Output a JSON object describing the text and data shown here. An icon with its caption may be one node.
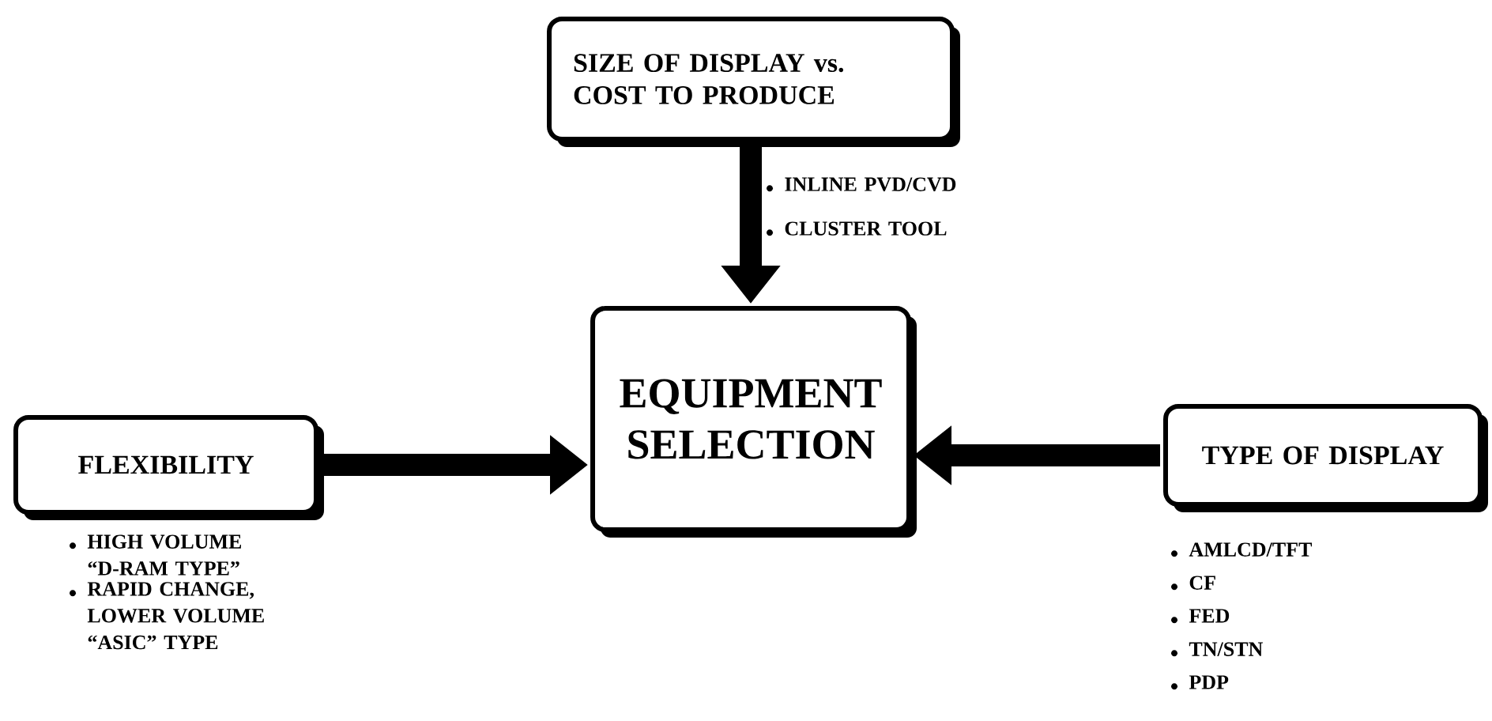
{
  "diagram": {
    "nodes": [
      {
        "text": [
          "SIZE OF DISPLAY vs. COST TO PRODUCE"
        ],
        "beside": [
          "INLINE PVD/CVD",
          "CLUSTER TOOL"
        ]
      },
      {
        "text": [
          "EQUIPMENT SELECTION"
        ]
      },
      {
        "text": [
          "FLEXIBILITY"
        ],
        "beside": [
          "HIGH VOLUME “D-RAM TYPE”",
          "RAPID CHANGE, LOWER VOLUME “ASIC” TYPE"
        ]
      },
      {
        "text": [
          "TYPE OF DISPLAY"
        ],
        "beside": [
          "AMLCD/TFT",
          "CF",
          "FED",
          "TN/STN",
          "PDP"
        ]
      }
    ],
    "edges": [
      {
        "from": 0,
        "to": 1,
        "arrow": "to"
      },
      {
        "from": 2,
        "to": 1,
        "arrow": "to"
      },
      {
        "from": 3,
        "to": 1,
        "arrow": "to"
      }
    ]
  }
}
